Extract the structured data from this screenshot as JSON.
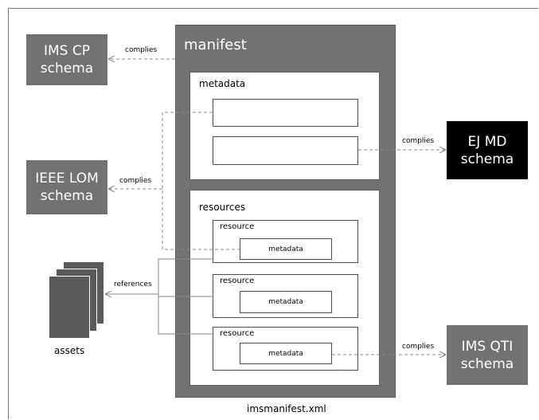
{
  "manifest": {
    "title": "manifest",
    "filename": "imsmanifest.xml"
  },
  "metadata_panel": {
    "title": "metadata"
  },
  "resources_panel": {
    "title": "resources",
    "items": [
      {
        "label": "resource",
        "metadata": "metadata"
      },
      {
        "label": "resource",
        "metadata": "metadata"
      },
      {
        "label": "resource",
        "metadata": "metadata"
      }
    ]
  },
  "schemas": {
    "ims_cp": "IMS CP\nschema",
    "ieee_lom": "IEEE LOM\nschema",
    "ej_md": "EJ MD\nschema",
    "ims_qti": "IMS QTI\nschema"
  },
  "relations": {
    "complies": "complies",
    "references": "references"
  },
  "assets": {
    "label": "assets"
  },
  "colors": {
    "box_gray": "#727272",
    "ej_md": "#000000",
    "line": "#8a8a8a"
  }
}
